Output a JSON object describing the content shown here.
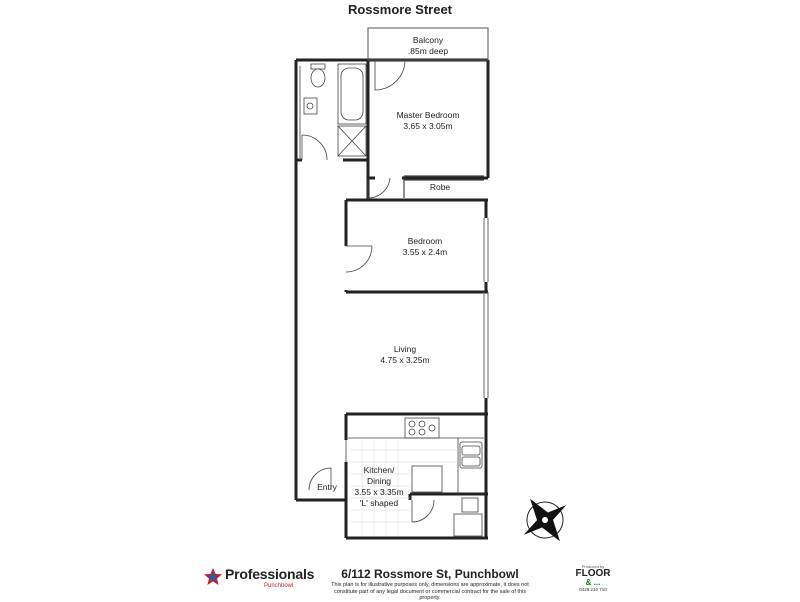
{
  "street": "Rossmore Street",
  "rooms": {
    "balcony": {
      "name": "Balcony",
      "dims": ".85m deep"
    },
    "master": {
      "name": "Master Bedroom",
      "dims": "3.65 x 3.05m"
    },
    "robe": {
      "name": "Robe"
    },
    "bedroom": {
      "name": "Bedroom",
      "dims": "3.55 x 2.4m"
    },
    "living": {
      "name": "Living",
      "dims": "4.75 x 3.25m"
    },
    "kitchen": {
      "line1": "Kitchen/",
      "line2": "Dining",
      "dims": "3.55 x 3.35m",
      "note": "'L' shaped"
    },
    "entry": {
      "name": "Entry"
    }
  },
  "footer": {
    "address": "6/112 Rossmore St, Punchbowl",
    "disclaimer": "This plan is for illustrative purposes only, dimensions are approximate, it does not constitute part of any legal document or commercial contract for the sale of this property.",
    "agency": "Professionals",
    "agency_branch": "Punchbowl",
    "drafter_top": "Produced by",
    "drafter_name": "FLOOR",
    "drafter_amp": "& ...",
    "drafter_phone": "0428 210 710"
  },
  "colors": {
    "wall": "#222222",
    "door": "#444444",
    "brand_red": "#c0202a",
    "brand_green": "#0a7d2c"
  }
}
